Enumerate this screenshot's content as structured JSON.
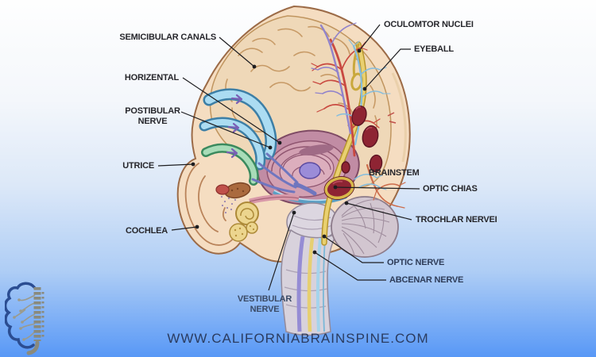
{
  "labels": {
    "semicircular_canals": "SEMICIBULAR CANALS",
    "horizontal": "HORIZENTAL",
    "postibular_nerve": "POSTIBULAR NERVE",
    "utrice": "UTRICE",
    "cochlea": "COCHLEA",
    "oculomotor_nuclei": "OCULOMTOR NUCLEI",
    "eyeball": "EYEBALL",
    "brainstem": "BRAINSTEM",
    "optic_chias": "OPTIC CHIAS",
    "trochlar_nervei": "TROCHLAR NERVEI",
    "optic_nerve": "OPTIC NERVE",
    "abcenar_nerve": "ABCENAR NERVE",
    "vestibular_nerve": "VESTIBULAR NERVE"
  },
  "footer": {
    "website": "WWW.CALIFORNIABRAINSPINE.COM"
  },
  "icons": {
    "logo": "brain-spine-logo"
  },
  "colors": {
    "background_top": "#fdfdfe",
    "background_bottom": "#5898f6",
    "label_text": "#26262b",
    "label_text_navy": "#2e3c58",
    "url_text": "#2b3c60",
    "logo_blue": "#2b4d92",
    "skin": "#f5ddc1",
    "cortex": "#efd8b8",
    "canal_blue": "#abdcf2",
    "canal_green": "#a8dcb8",
    "nucleus_red": "#8e2433",
    "nerve_yellow": "#e9d070",
    "cerebellum_gray": "#d2c6d0"
  }
}
